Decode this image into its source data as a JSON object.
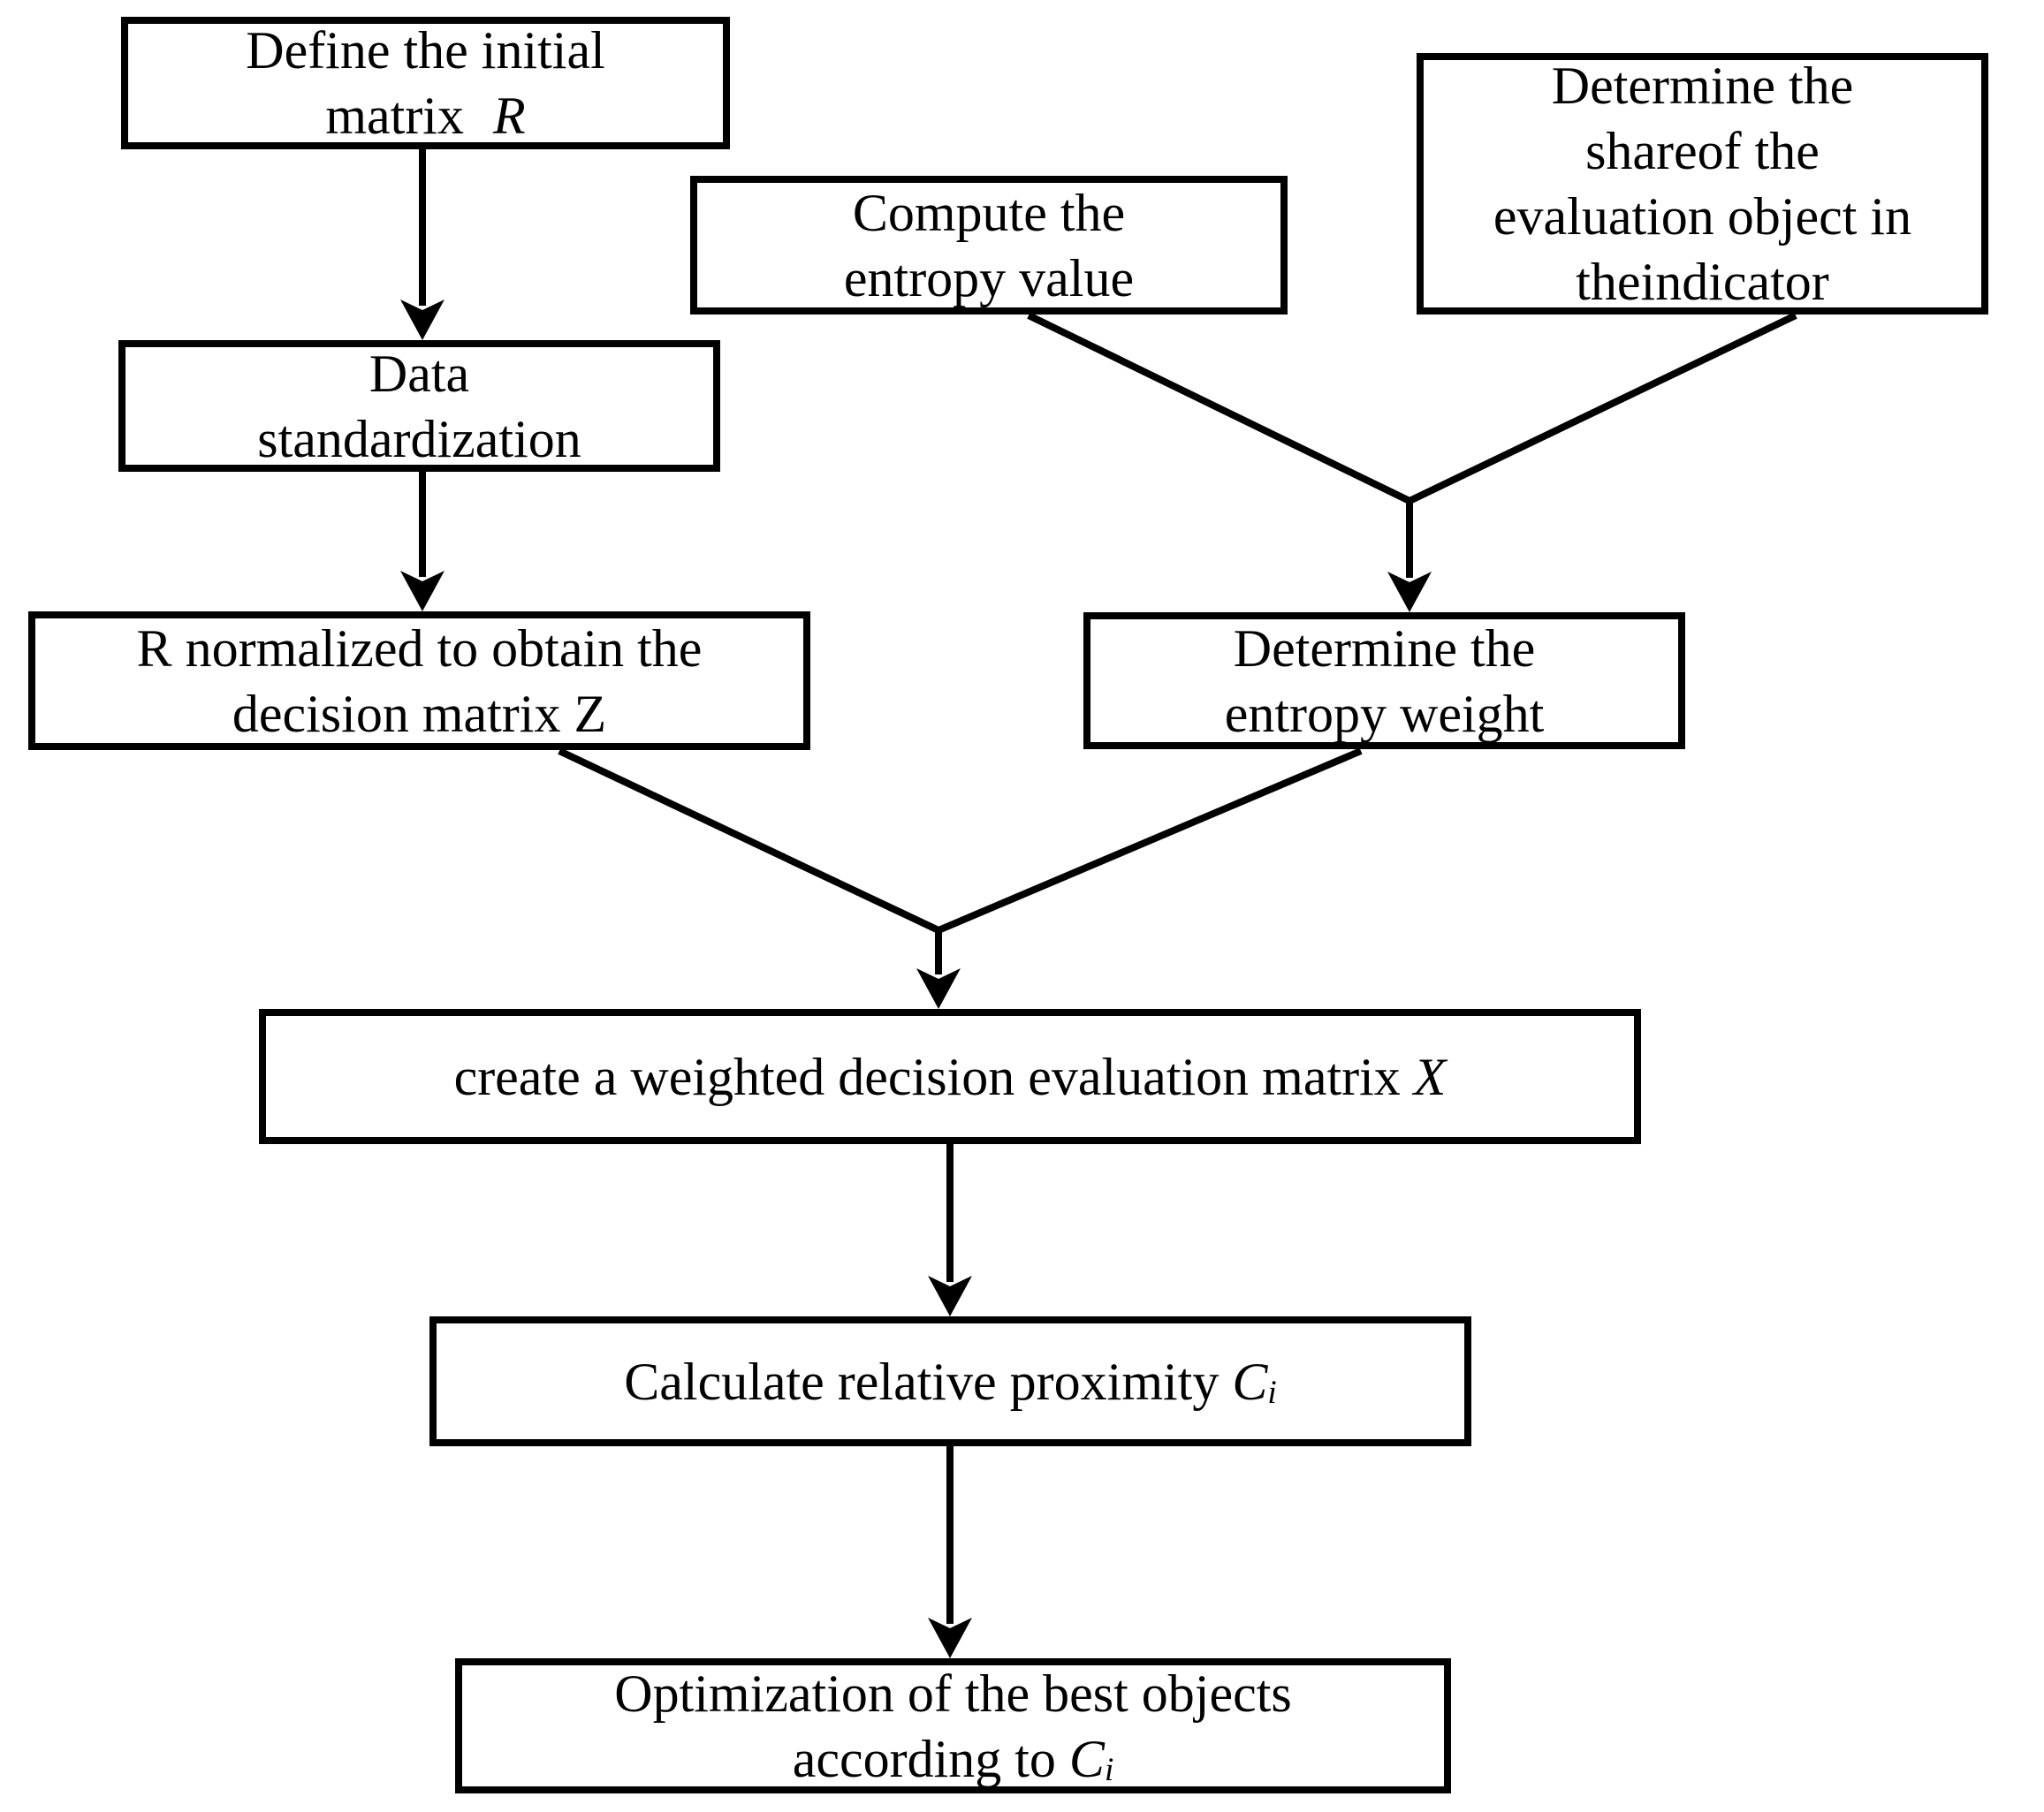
{
  "figure": {
    "background": "#ffffff",
    "stroke_color": "#000000",
    "type": "flowchart"
  },
  "boxes": {
    "define_initial_matrix": {
      "line1": "Define the initial",
      "line2_pre": "matrix",
      "line2_var": "R"
    },
    "compute_entropy_value": {
      "line1": "Compute the",
      "line2": "entropy value"
    },
    "determine_share": {
      "line1": "Determine the",
      "line2": "shareof the",
      "line3": "evaluation object in",
      "line4": "theindicator"
    },
    "data_standardization": {
      "line1": "Data",
      "line2": "standardization"
    },
    "r_normalized": {
      "line1": "R normalized to obtain the",
      "line2": "decision matrix Z"
    },
    "determine_entropy_weight": {
      "line1": "Determine the",
      "line2": "entropy weight"
    },
    "create_weighted_matrix": {
      "pre": "create a weighted decision evaluation matrix",
      "var": "X"
    },
    "calculate_proximity": {
      "pre": "Calculate relative proximity",
      "var": "C",
      "sub": "i"
    },
    "optimization": {
      "line1": "Optimization of the best objects",
      "line2_pre": "according to",
      "line2_var": "C",
      "line2_sub": "i"
    }
  }
}
